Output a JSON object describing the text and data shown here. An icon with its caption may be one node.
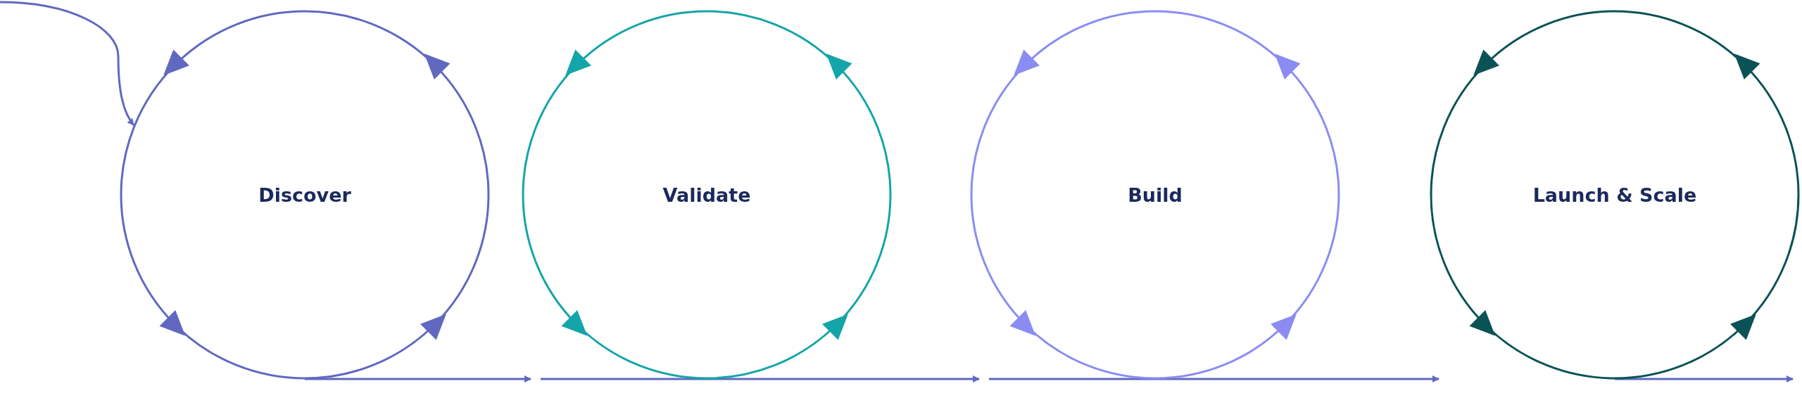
{
  "diagram": {
    "nodes": [
      {
        "text": [
          "Discover"
        ]
      },
      {
        "text": [
          "Validate"
        ]
      },
      {
        "text": [
          "Build"
        ]
      },
      {
        "text": [
          "Launch & Scale"
        ]
      }
    ],
    "edges": [
      {
        "from": null,
        "to": 0,
        "arrow": "to"
      },
      {
        "from": 0,
        "to": 1,
        "arrow": "to"
      },
      {
        "from": 1,
        "to": 2,
        "arrow": "to"
      },
      {
        "from": 2,
        "to": 3,
        "arrow": "to"
      },
      {
        "from": 3,
        "to": null,
        "arrow": "to"
      }
    ]
  }
}
